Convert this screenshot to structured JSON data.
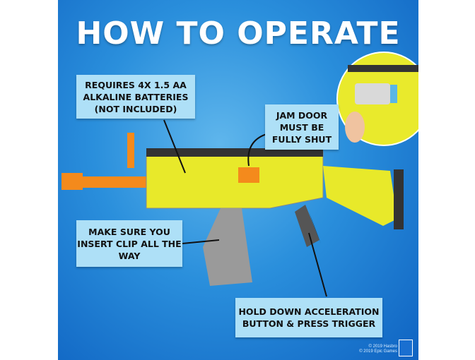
{
  "title": "HOW TO OPERATE",
  "callouts": {
    "batteries": "REQUIRES 4X 1.5 AA ALKALINE BATTERIES (NOT INCLUDED)",
    "jam_door": "JAM DOOR MUST BE FULLY SHUT",
    "clip": "MAKE SURE YOU INSERT CLIP ALL THE WAY",
    "trigger": "HOLD DOWN ACCELERATION BUTTON & PRESS TRIGGER"
  },
  "copyright": [
    "© 2019 Hasbro",
    "© 2019 Epic Games"
  ],
  "colors": {
    "background": "#2a8fdc",
    "callout": "#aee0f7",
    "blaster": "#e8e92a",
    "barrel": "#f48a1c"
  }
}
